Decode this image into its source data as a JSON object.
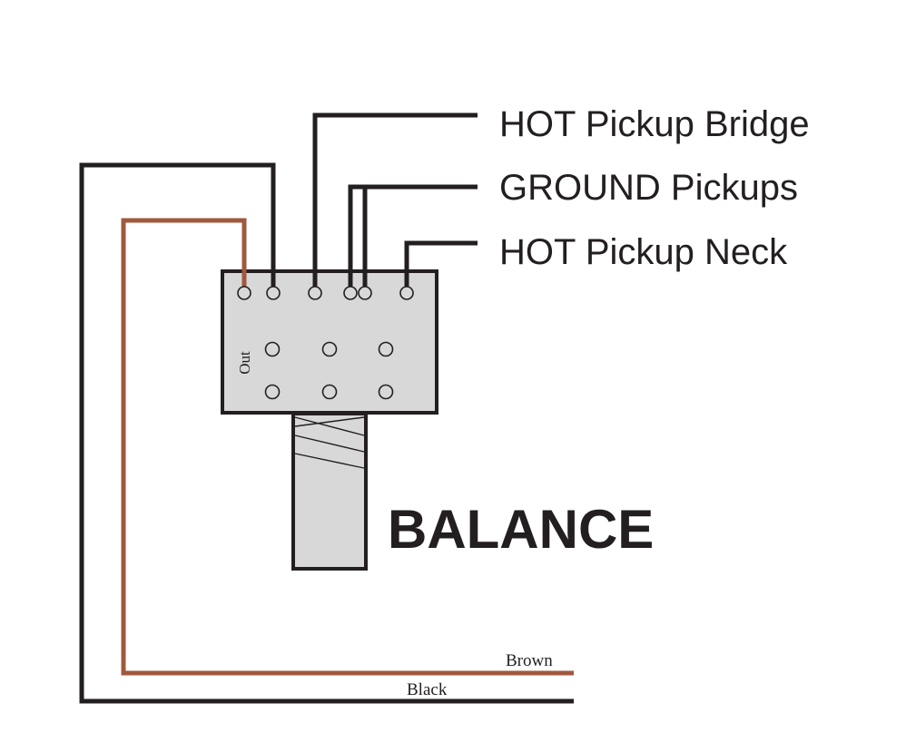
{
  "labels": {
    "hot_bridge": "HOT Pickup Bridge",
    "ground": "GROUND Pickups",
    "hot_neck": "HOT Pickup Neck",
    "out": "Out",
    "title": "BALANCE",
    "brown": "Brown",
    "black": "Black"
  },
  "colors": {
    "wire_black": "#231f20",
    "wire_brown": "#a0583e",
    "pot_body": "#d8d8d8",
    "background": "#ffffff"
  }
}
